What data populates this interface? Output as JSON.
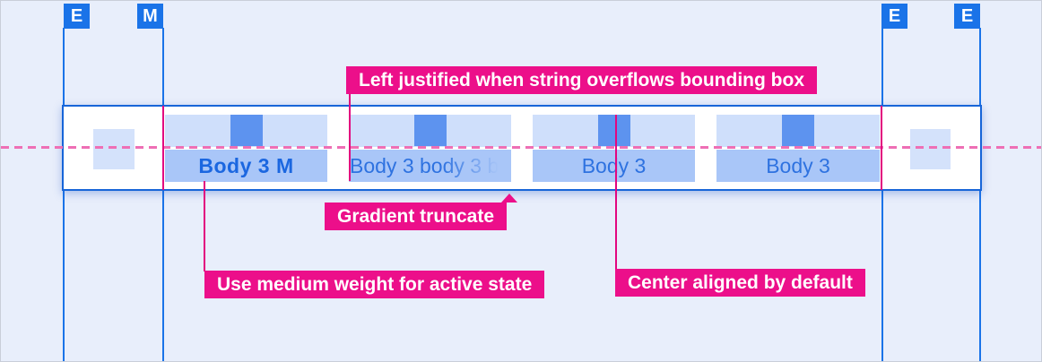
{
  "colors": {
    "background": "#e8eefb",
    "accent_blue": "#1a73e8",
    "band_border_blue": "#1765d8",
    "tab_strip_light": "#cfdffb",
    "tab_label_strip": "#a9c6f8",
    "icon_blue": "#5d93ef",
    "tab_text_blue": "#2e72e0",
    "active_tab_text_blue": "#1b67e0",
    "annotation_pink": "#ec0f8a",
    "guide_pink": "#e2067f",
    "dashed_baseline_pink": "#ee6fb5"
  },
  "markers": [
    {
      "label": "E"
    },
    {
      "label": "M"
    },
    {
      "label": "E"
    },
    {
      "label": "E"
    }
  ],
  "tabs": [
    {
      "label": "Body 3 M",
      "state": "active"
    },
    {
      "label": "Body 3 body 3 b",
      "state": "gradient-truncated"
    },
    {
      "label": "Body 3",
      "state": "default"
    },
    {
      "label": "Body 3",
      "state": "default"
    }
  ],
  "annotations": [
    {
      "text": "Left justified when string overflows bounding box"
    },
    {
      "text": "Gradient truncate"
    },
    {
      "text": "Use medium weight for active state"
    },
    {
      "text": "Center aligned by default"
    }
  ]
}
